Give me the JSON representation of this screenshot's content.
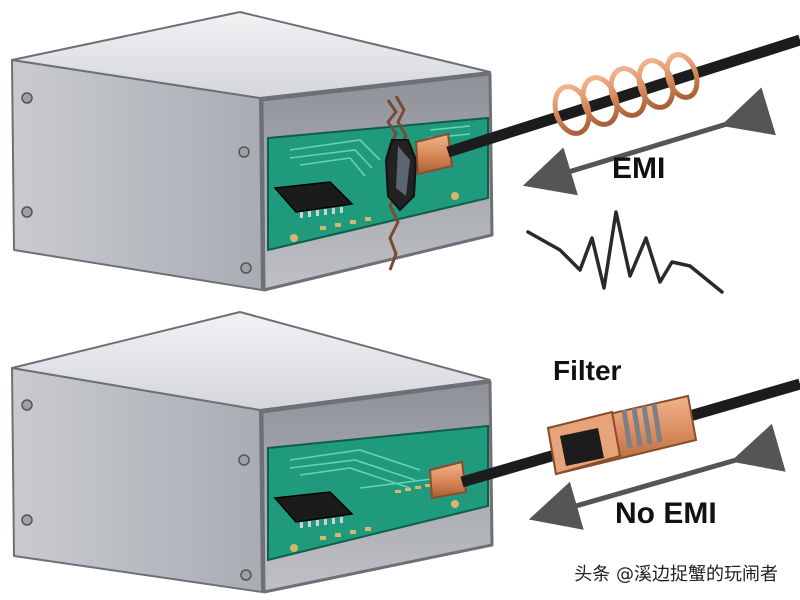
{
  "labels": {
    "emi": "EMI",
    "filter": "Filter",
    "no_emi": "No EMI"
  },
  "watermark": "头条 @溪边捉蟹的玩闹者",
  "colors": {
    "enclosure_top": "#e3e4e7",
    "enclosure_side": "#b9bcc2",
    "pcb": "#1f9a7c",
    "copper": "#d98a5c",
    "cable": "#1c1c1c",
    "arrow": "#555555"
  }
}
